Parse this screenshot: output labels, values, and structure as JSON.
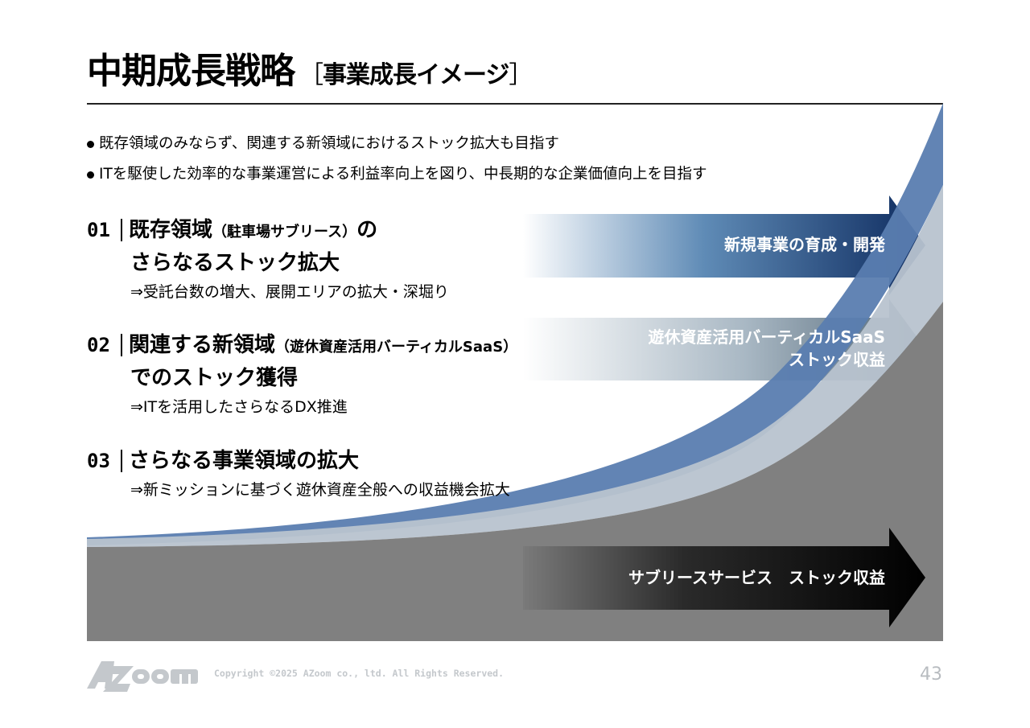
{
  "header": {
    "title": "中期成長戦略",
    "subtitle_open": "［",
    "subtitle": "事業成長イメージ",
    "subtitle_close": "］"
  },
  "bullets": [
    "既存領域のみならず、関連する新領域におけるストック拡大も目指す",
    "ITを駆使した効率的な事業運営による利益率向上を図り、中長期的な企業価値向上を目指す"
  ],
  "items": [
    {
      "num": "01",
      "title_main": "既存領域",
      "title_paren": "（駐車場サブリース）",
      "title_tail": "の",
      "title_line2": "さらなるストック拡大",
      "detail": "⇒受託台数の増大、展開エリアの拡大・深堀り"
    },
    {
      "num": "02",
      "title_main": "関連する新領域",
      "title_paren": "（遊休資産活用バーティカルSaaS）",
      "title_tail": "",
      "title_line2": "でのストック獲得",
      "detail": "⇒ITを活用したさらなるDX推進"
    },
    {
      "num": "03",
      "title_main": "さらなる事業領域の拡大",
      "title_paren": "",
      "title_tail": "",
      "title_line2": "",
      "detail": "⇒新ミッションに基づく遊休資産全般への収益機会拡大"
    }
  ],
  "arrows": [
    {
      "label": "新規事業の育成・開発",
      "color_start": "#ffffff",
      "color_end": "#0d2a5e"
    },
    {
      "label_line1": "遊休資産活用バーティカルSaaS",
      "label_line2": "ストック収益",
      "color_start": "#ffffff",
      "color_end": "#4f6474"
    },
    {
      "label": "サブリースサービス　ストック収益",
      "color_start": "#7a7a7a",
      "color_end": "#000000"
    }
  ],
  "colors": {
    "blue_band": "#5a7db0",
    "light_band": "#b8c3cf",
    "grey_area": "#808080"
  },
  "footer": {
    "logo": "AZoom",
    "copyright": "Copyright ©2025 AZoom co., ltd. All Rights Reserved.",
    "page_number": "43"
  }
}
